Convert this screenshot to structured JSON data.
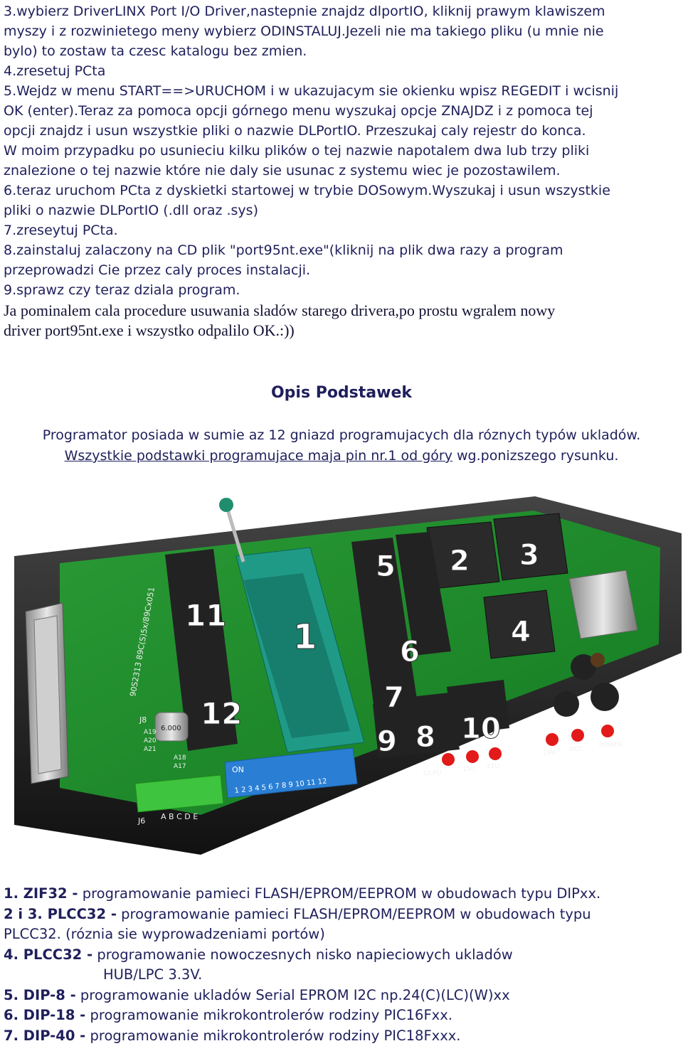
{
  "instructions": {
    "lines": [
      "3.wybierz DriverLINX Port I/O Driver,nastepnie znajdz dlportIO, kliknij prawym klawiszem",
      "myszy i z rozwinietego meny wybierz ODINSTALUJ.Jezeli nie ma takiego pliku (u mnie nie",
      "bylo) to zostaw ta czesc katalogu bez zmien.",
      "4.zresetuj PCta",
      "5.Wejdz w menu START==>URUCHOM i w ukazujacym sie okienku wpisz REGEDIT i wcisnij",
      "OK (enter).Teraz za pomoca opcji górnego  menu wyszukaj opcje ZNAJDZ i z pomoca tej",
      "opcji znajdz i usun wszystkie pliki o nazwie DLPortIO. Przeszukaj caly rejestr do konca.",
      "W moim przypadku po usunieciu kilku plików o tej nazwie napotalem dwa lub trzy pliki",
      "znalezione o tej nazwie które nie daly sie usunac z systemu wiec je pozostawilem.",
      "6.teraz uruchom PCta z dyskietki startowej w trybie DOSowym.Wyszukaj i usun wszystkie",
      "pliki o nazwie DLPortIO (.dll oraz .sys)",
      "7.zreseytuj PCta.",
      "8.zainstaluj zalaczony na CD plik \"port95nt.exe\"(kliknij na plik dwa razy a program",
      "przeprowadzi Cie przez caly proces instalacji.",
      "9.sprawz czy teraz dziala program."
    ],
    "note_lines": [
      "Ja pominalem cala procedure usuwania sladów starego drivera,po prostu wgralem nowy",
      "driver port95nt.exe i wszystko odpalilo OK.:))"
    ]
  },
  "section": {
    "heading": "Opis Podstawek",
    "intro_line1": "Programator posiada w sumie az 12 gniazd programujacych dla róznych typów ukladów.",
    "intro_line2_underlined": "Wszystkie podstawki programujace maja pin nr.1 od góry",
    "intro_line2_rest": " wg.ponizszego rysunku."
  },
  "board": {
    "socket_numbers": [
      "1",
      "2",
      "3",
      "4",
      "5",
      "6",
      "7",
      "8",
      "9",
      "10",
      "11",
      "12"
    ],
    "dip_switch_on": "ON",
    "dip_switch_numbers": "1 2 3 4 5 6 7 8 9 10 11 12",
    "silkscreen": {
      "side": "90S2313 89C(S)5x/89Cx051",
      "j8": "J8",
      "j6": "J6",
      "abcde": "A B C D E",
      "a19": "A19",
      "a20": "A20",
      "a21": "A21",
      "a18": "A18",
      "a17": "A17",
      "crystal": "6.000",
      "leds": [
        "12,PU",
        "15U",
        "21U",
        "UPP",
        "UCC",
        "POWER"
      ]
    }
  },
  "sockets": [
    {
      "key": "1. ZIF32 -",
      "desc": " programowanie pamieci FLASH/EPROM/EEPROM w obudowach typu DIPxx."
    },
    {
      "key": "2 i 3. PLCC32 -",
      "desc": " programowanie pamieci FLASH/EPROM/EEPROM w obudowach typu"
    },
    {
      "key": "",
      "desc": "PLCC32. (róznia sie wyprowadzeniami portów)"
    },
    {
      "key": "4. PLCC32 -",
      "desc": " programowanie nowoczesnych nisko napieciowych ukladów"
    },
    {
      "key": "",
      "desc": "HUB/LPC 3.3V.",
      "indent": true
    },
    {
      "key": "5. DIP-8 -",
      "desc": " programowanie ukladów Serial EPROM I2C np.24(C)(LC)(W)xx"
    },
    {
      "key": "6. DIP-18 -",
      "desc": " programowanie mikrokontrolerów rodziny PIC16Fxx."
    },
    {
      "key": "7. DIP-40 -",
      "desc": " programowanie mikrokontrolerów rodziny PIC18Fxxx."
    }
  ],
  "colors": {
    "text": "#1f1f5c",
    "pcb": "#1f8a2a",
    "zif": "#1f9a86",
    "case": "#2a2a2a"
  }
}
